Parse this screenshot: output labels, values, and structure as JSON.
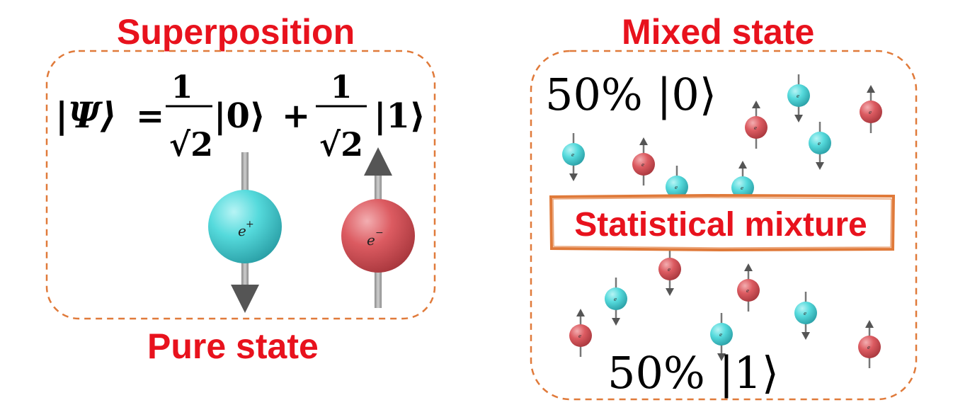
{
  "left": {
    "title": "Superposition",
    "bottom_label": "Pure state",
    "equation": {
      "lhs": "|𝜳⟩",
      "equals": "=",
      "coef_numerator": "1",
      "coef_denominator": "√2",
      "ket0": "|0⟩",
      "plus": "+",
      "ket1": "|1⟩"
    },
    "spheres": [
      {
        "label": "e",
        "charge": "+",
        "color": "#4fd6d8",
        "arrow": "down"
      },
      {
        "label": "e",
        "charge": "−",
        "color": "#d9545a",
        "arrow": "up"
      }
    ]
  },
  "right": {
    "title": "Mixed state",
    "top_label": "50% |0⟩",
    "bottom_label": "50% |1⟩",
    "banner": "Statistical mixture",
    "particle_label": "e"
  },
  "colors": {
    "title_red": "#e8121d",
    "dashed_border": "#e07a3a",
    "banner_border": "#e07a3a",
    "cyan_particle": "#4fd6d8",
    "red_particle": "#d9545a",
    "arrow_gray": "#555555"
  }
}
